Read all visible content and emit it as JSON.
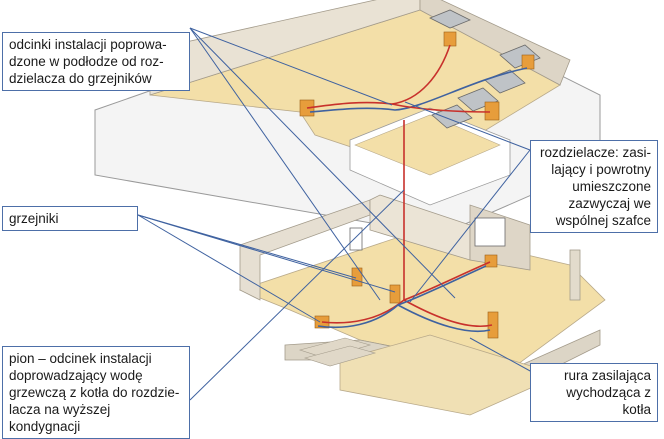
{
  "labels": {
    "pipes_floor": "odcinki instalacji poprowa-\ndzone w podłodze od roz-\ndzielacza do grzejników",
    "distributors": "rozdzielacze: zasi-\nlający i powrotny\numieszczone\nzazwyczaj we\nwspólnej szafce",
    "radiators": "grzejniki",
    "riser": "pion – odcinek instalacji\ndoprowadzający wodę\ngrzewczą z kotła do rozdzie-\nlacza na wyższej kondygnacji",
    "supply_pipe": "rura zasilająca\nwychodząca z kotła"
  },
  "colors": {
    "leader_line": "#3f62a0",
    "floor": "#f3dfa8",
    "wall": "#e8e1d4",
    "radiator": "#e79d3b",
    "pipe_red": "#c8312c",
    "pipe_blue": "#3f62a0"
  }
}
